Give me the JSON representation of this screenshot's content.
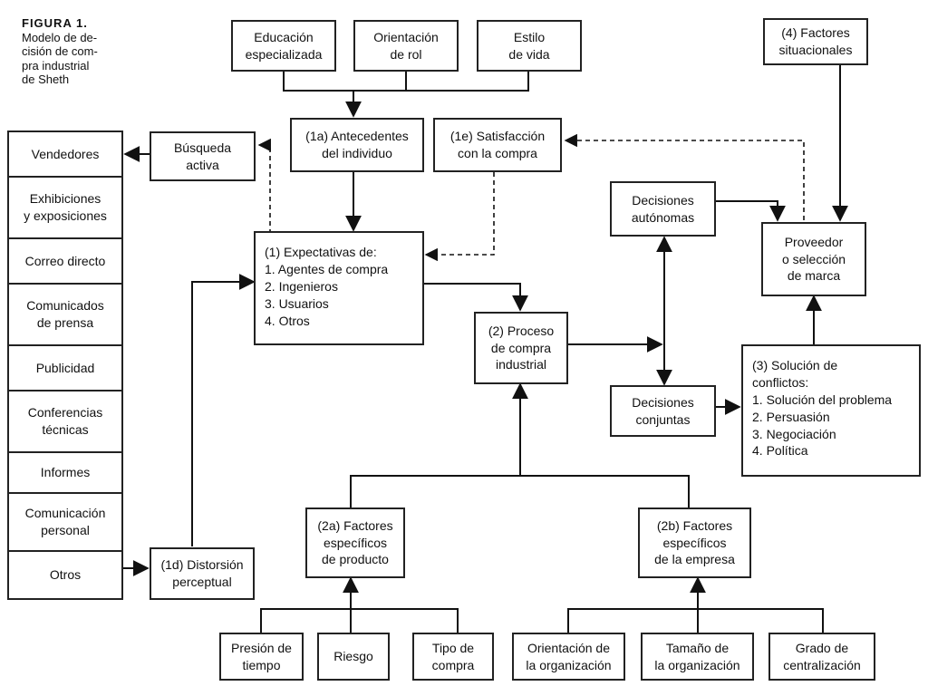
{
  "figure": {
    "title": "FIGURA 1.",
    "description": "Modelo de de-\ncisión de com-\npra industrial\nde Sheth"
  },
  "boxes": {
    "educacion": "Educación\nespecializada",
    "orientacion_rol": "Orientación\nde rol",
    "estilo_vida": "Estilo\nde vida",
    "factores_situacionales": "(4) Factores\nsituacionales",
    "busqueda_activa": "Búsqueda\nactiva",
    "antecedentes": "(1a) Antecedentes\ndel individuo",
    "satisfaccion": "(1e) Satisfacción\ncon la compra",
    "decisiones_autonomas": "Decisiones\nautónomas",
    "proveedor": "Proveedor\no selección\nde marca",
    "expectativas": "(1) Expectativas de:\n1. Agentes de compra\n2. Ingenieros\n3. Usuarios\n4. Otros",
    "proceso_compra": "(2) Proceso\nde compra\nindustrial",
    "decisiones_conjuntas": "Decisiones\nconjuntas",
    "solucion_conflictos": "(3) Solución de\nconflictos:\n1. Solución del problema\n2. Persuasión\n3. Negociación\n4. Política",
    "distorsion": "(1d) Distorsión\nperceptual",
    "factores_producto": "(2a) Factores\nespecíficos\nde producto",
    "factores_empresa": "(2b) Factores\nespecíficos\nde la empresa",
    "presion_tiempo": "Presión de\ntiempo",
    "riesgo": "Riesgo",
    "tipo_compra": "Tipo de\ncompra",
    "orientacion_org": "Orientación de\nla organización",
    "tamano_org": "Tamaño de\nla organización",
    "grado_centralizacion": "Grado de\ncentralización"
  },
  "media_sources": [
    "Vendedores",
    "Exhibiciones\ny exposiciones",
    "Correo directo",
    "Comunicados\nde prensa",
    "Publicidad",
    "Conferencias\ntécnicas",
    "Informes",
    "Comunicación\npersonal",
    "Otros"
  ]
}
